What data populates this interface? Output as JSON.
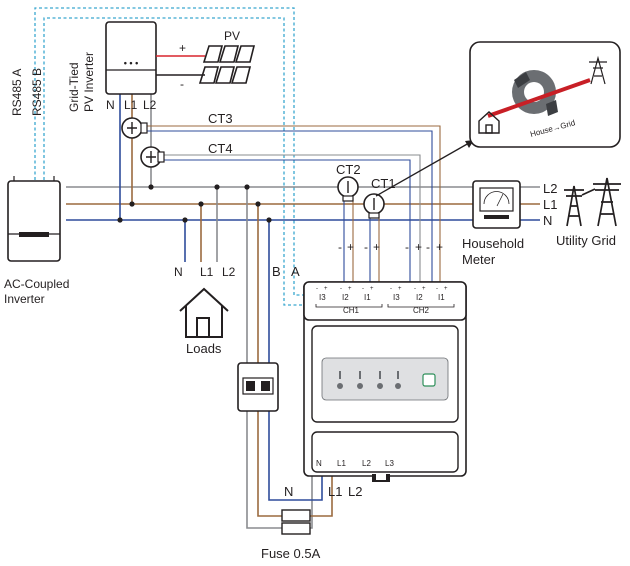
{
  "colors": {
    "rs485_a": "#3aa7cf",
    "rs485_b": "#3aa7cf",
    "line_n": "#2f4c9b",
    "line_l1": "#9b6a3f",
    "line_l2": "#8a8c8f",
    "black": "#231f20",
    "red": "#d9252d",
    "inverter_led": "#c9de97"
  },
  "labels": {
    "rs485_a": "RS485 A",
    "rs485_b": "RS485 B",
    "pv_inverter_line1": "Grid-Tied",
    "pv_inverter_line2": "PV Inverter",
    "pv": "PV",
    "plus": "+",
    "minus": "-",
    "ct3": "CT3",
    "ct4": "CT4",
    "ct2": "CT2",
    "ct1": "CT1",
    "ac_coupled_line1": "AC-Coupled",
    "ac_coupled_line2": "Inverter",
    "loads": "Loads",
    "household_meter_line1": "Household",
    "household_meter_line2": "Meter",
    "utility_grid": "Utility Grid",
    "grid_l2": "L2",
    "grid_l1": "L1",
    "grid_n": "N",
    "inv_n": "N",
    "inv_l1": "L1",
    "inv_l2": "L2",
    "load_n": "N",
    "load_l1": "L1",
    "load_l2": "L2",
    "bus_b": "B",
    "bus_a": "A",
    "ct_polarity_minus": "-",
    "ct_polarity_plus": "+",
    "meter_i3": "I3",
    "meter_i2": "I2",
    "meter_i1": "I1",
    "meter_ch1": "CH1",
    "meter_ch2": "CH2",
    "meter_n": "N",
    "meter_l1": "L1",
    "meter_l2": "L2",
    "meter_l3": "L3",
    "bottom_n": "N",
    "bottom_l1": "L1",
    "bottom_l2": "L2",
    "fuse": "Fuse 0.5A",
    "house_grid": "House→Grid"
  },
  "icons": [
    "house-icon",
    "transmission-tower-icon",
    "solar-panel-icon",
    "ct-clamp-icon",
    "analog-meter-icon",
    "breaker-icon",
    "smart-meter-icon"
  ]
}
